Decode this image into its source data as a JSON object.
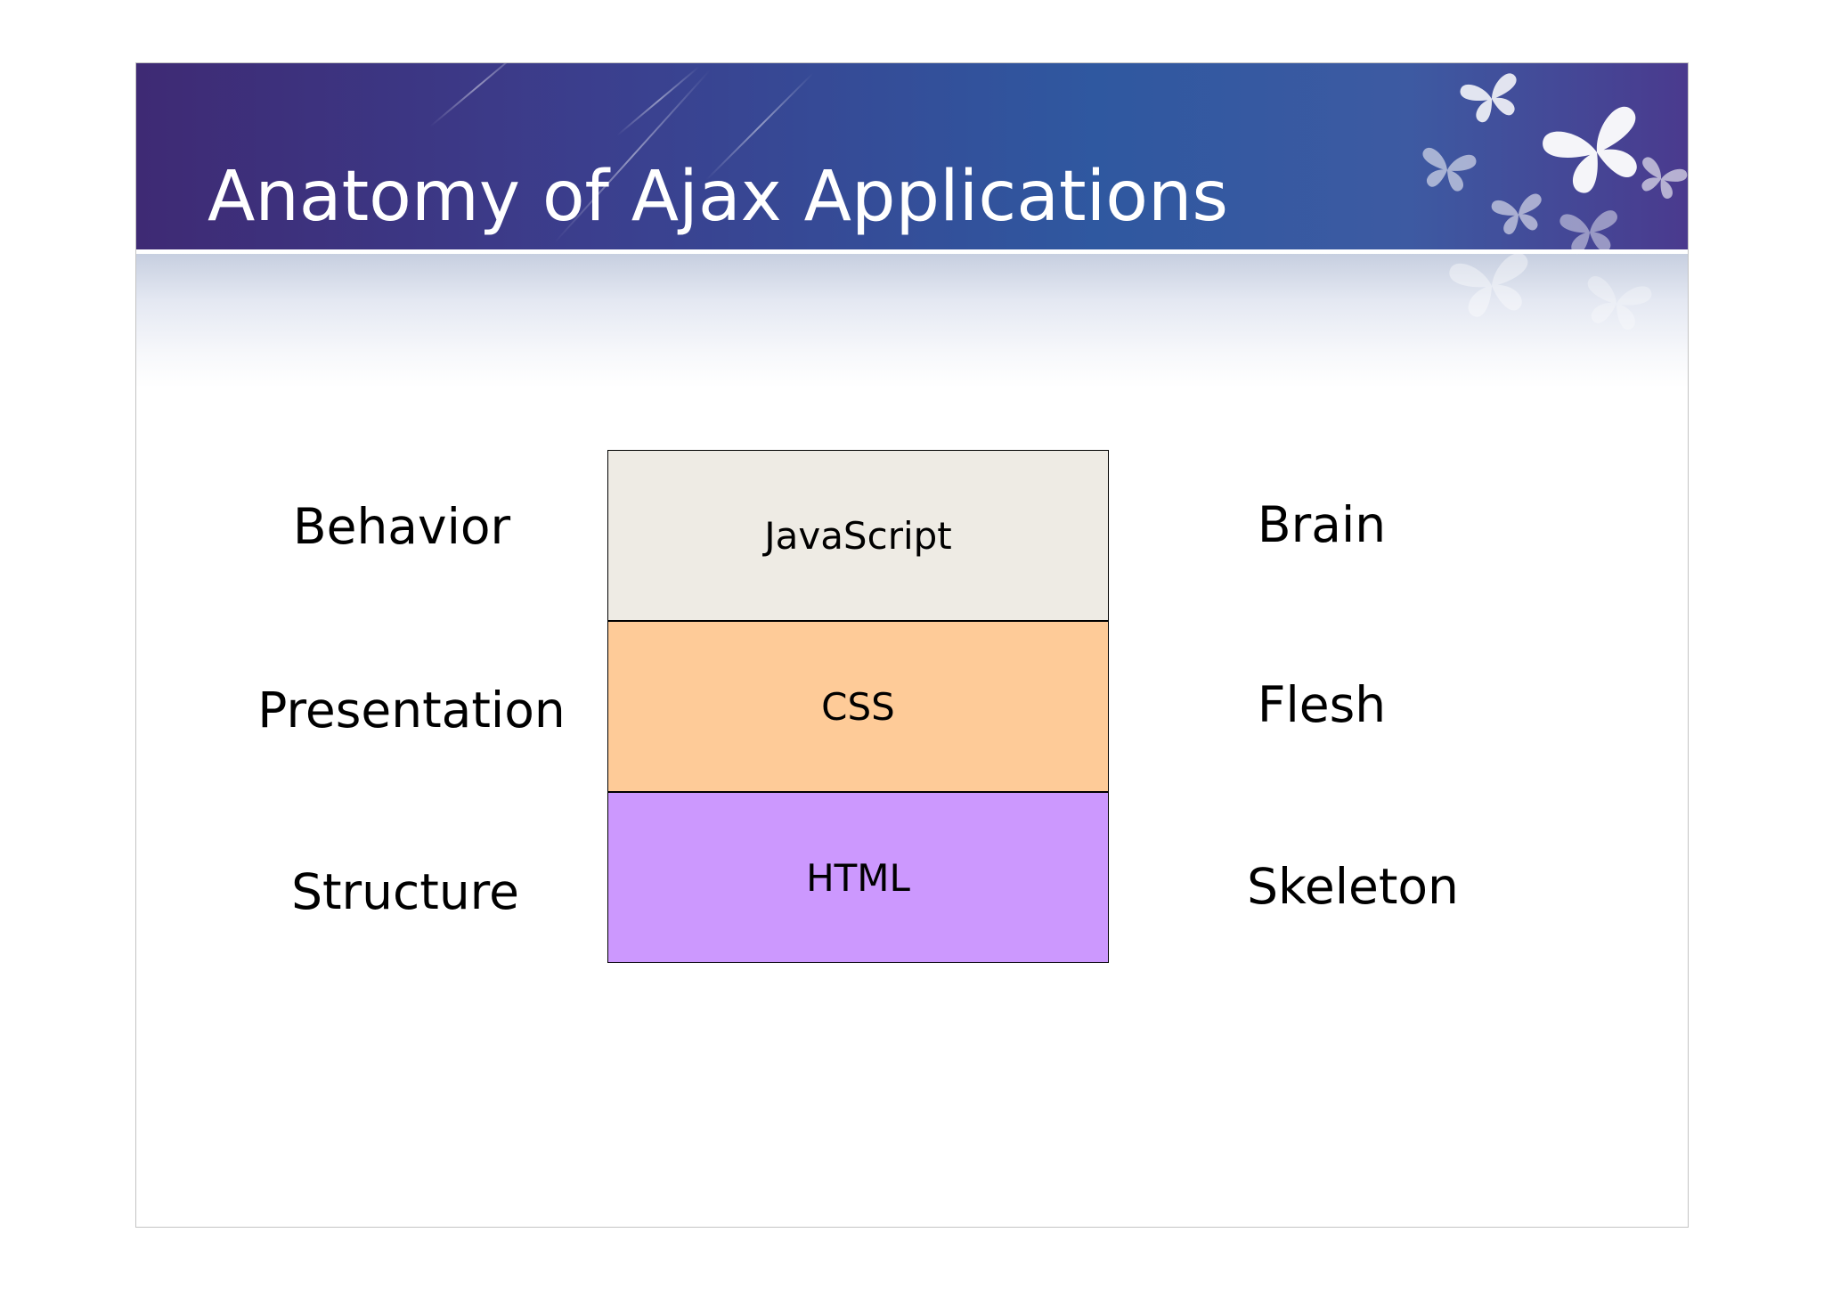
{
  "slide": {
    "title": "Anatomy of Ajax Applications"
  },
  "layers": [
    {
      "role": "Behavior",
      "technology": "JavaScript",
      "metaphor": "Brain",
      "color": "#eeebe4"
    },
    {
      "role": "Presentation",
      "technology": "CSS",
      "metaphor": "Flesh",
      "color": "#fecb98"
    },
    {
      "role": "Structure",
      "technology": "HTML",
      "metaphor": "Skeleton",
      "color": "#cc98fe"
    }
  ],
  "decorations": {
    "banner_icon": "butterfly-icon"
  }
}
